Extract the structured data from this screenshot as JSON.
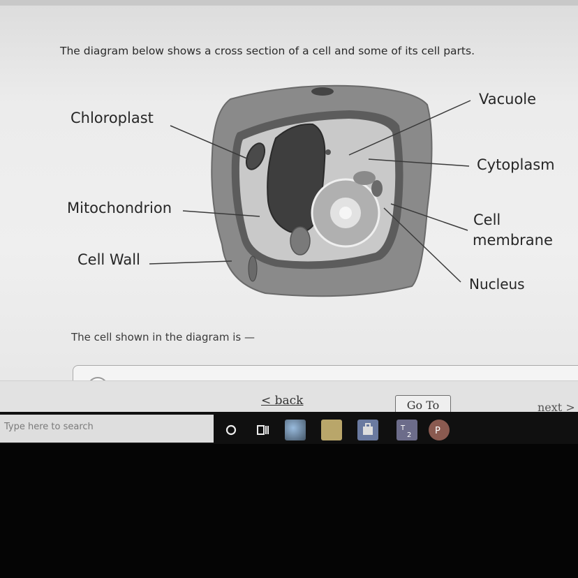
{
  "question": "The diagram below shows a cross section of a cell and some of its cell parts.",
  "diagram": {
    "labels": {
      "chloroplast": "Chloroplast",
      "vacuole": "Vacuole",
      "cytoplasm": "Cytoplasm",
      "mitochondrion": "Mitochondrion",
      "cell_membrane_1": "Cell",
      "cell_membrane_2": "membrane",
      "cell_wall": "Cell Wall",
      "nucleus": "Nucleus"
    }
  },
  "prompt": "The cell shown in the diagram is  —",
  "nav": {
    "back": "< back",
    "goto": "Go To",
    "next": "next >"
  },
  "taskbar": {
    "search_placeholder": "Type here to search",
    "cortana_icon": "circle-icon",
    "taskview_icon": "task-view-icon",
    "apps": [
      "edge-icon",
      "file-explorer-icon",
      "store-icon",
      "teams-icon",
      "powerpoint-icon"
    ]
  }
}
